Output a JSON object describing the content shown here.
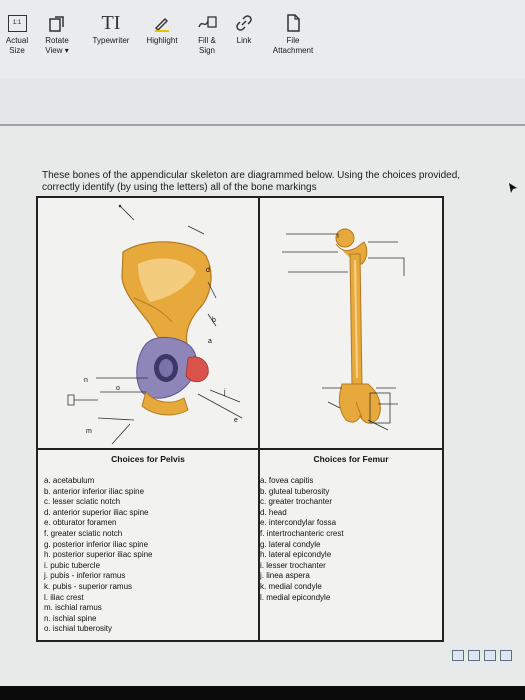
{
  "toolbar": {
    "items": [
      {
        "label": "Actual\nSize",
        "icon": "actual-size-icon"
      },
      {
        "label": "Rotate\nView ▾",
        "icon": "rotate-view-icon"
      },
      {
        "label": "Typewriter",
        "icon": "typewriter-icon"
      },
      {
        "label": "Highlight",
        "icon": "highlight-icon"
      },
      {
        "label": "Fill &\nSign",
        "icon": "fill-sign-icon"
      },
      {
        "label": "Link",
        "icon": "link-icon"
      },
      {
        "label": "File\nAttachment",
        "icon": "file-attachment-icon"
      }
    ],
    "actual_size_glyph": "1:1",
    "typewriter_glyph": "TI"
  },
  "document": {
    "question": "These bones of the appendicular skeleton are diagrammed below. Using the choices provided, correctly identify (by using the letters) all of the bone markings",
    "pelvis_labels": [
      "d",
      "b",
      "a",
      "n",
      "o",
      "j",
      "m",
      "e"
    ],
    "pelvis_heading": "Choices for Pelvis",
    "femur_heading": "Choices for Femur",
    "pelvis_choices": [
      "a. acetabulum",
      "b. anterior inferior iliac spine",
      "c. lesser sciatic notch",
      "d. anterior superior iliac spine",
      "e. obturator foramen",
      "f. greater sciatic notch",
      "g. posterior inferior iliac spine",
      "h. posterior superior iliac spine",
      "i. pubic tubercle",
      "j. pubis - inferior ramus",
      "k. pubis - superior ramus",
      "l. iliac crest",
      "m. ischial ramus",
      "n. ischial spine",
      "o. ischial tuberosity"
    ],
    "femur_choices": [
      "a. fovea capitis",
      "b. gluteal tuberosity",
      "c. greater trochanter",
      "d. head",
      "e. intercondylar fossa",
      "f. intertrochanteric crest",
      "g. lateral condyle",
      "h. lateral epicondyle",
      "i. lesser trochanter",
      "j. linea aspera",
      "k. medial condyle",
      "l. medial epicondyle"
    ]
  },
  "colors": {
    "bone": "#e8a93c",
    "bone_light": "#f6d28a",
    "pubis": "#8e86b8",
    "red": "#d9534a",
    "line": "#333333"
  }
}
